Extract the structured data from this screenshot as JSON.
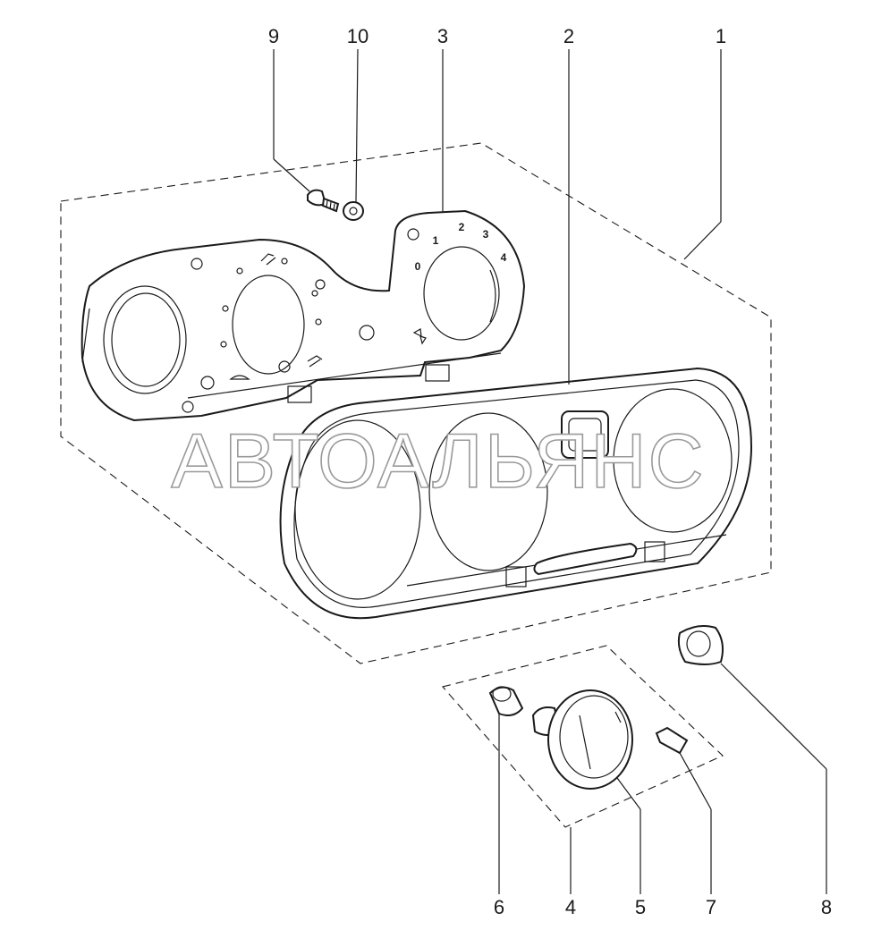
{
  "watermark": "АВТОАЛЬЯНС",
  "callouts": [
    "9",
    "10",
    "3",
    "2",
    "1",
    "6",
    "4",
    "5",
    "7",
    "8"
  ],
  "dial_scale": [
    "0",
    "1",
    "2",
    "3",
    "4"
  ],
  "parts": [
    "screw",
    "washer",
    "mounting-plate",
    "bezel-frame",
    "knob-assembly",
    "bushing",
    "rotary-knob",
    "knob-insert",
    "switch-button"
  ]
}
